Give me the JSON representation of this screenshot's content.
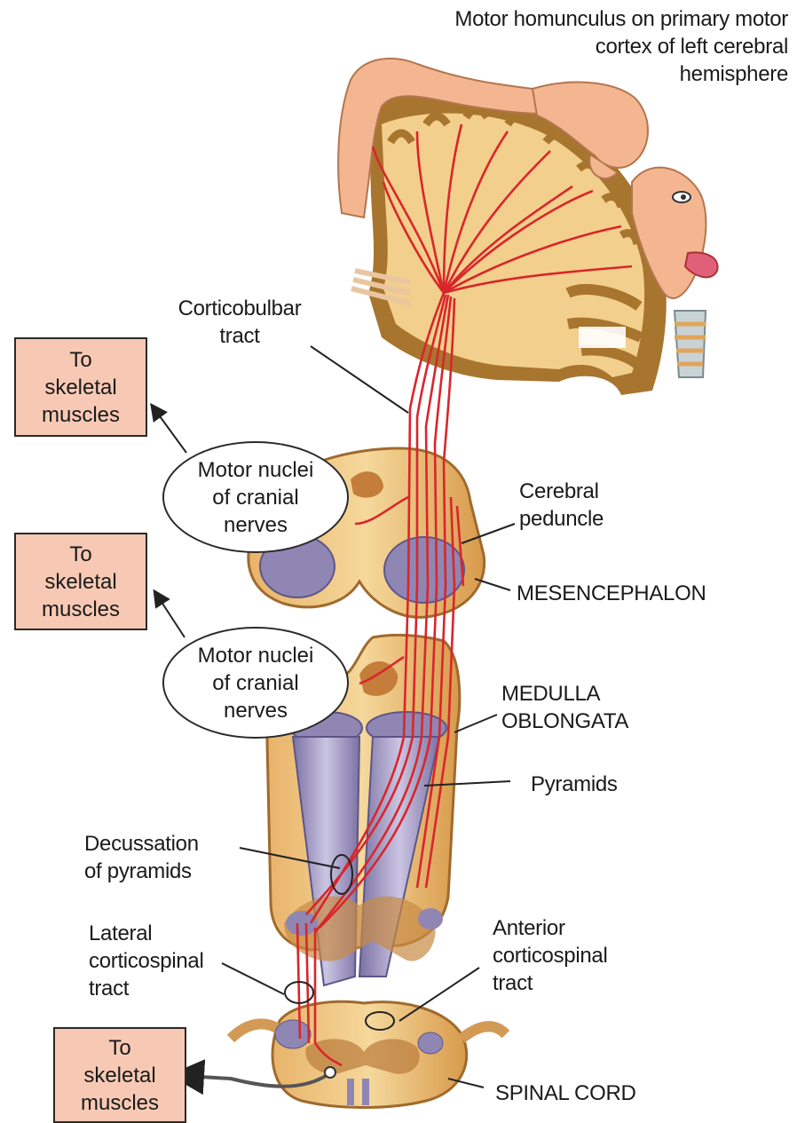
{
  "labels": {
    "title": "Motor homunculus on primary motor\ncortex of left cerebral\nhemisphere",
    "corticobulbar": "Corticobulbar\ntract",
    "cerebral_peduncle": "Cerebral\npeduncle",
    "mesencephalon": "MESENCEPHALON",
    "medulla": "MEDULLA\nOBLONGATA",
    "pyramids": "Pyramids",
    "decussation": "Decussation\nof pyramids",
    "lateral_cst": "Lateral\ncorticospinal\ntract",
    "anterior_cst": "Anterior\ncorticospinal\ntract",
    "spinal_cord": "SPINAL CORD"
  },
  "boxes": {
    "top": "To\nskeletal\nmuscles",
    "middle": "To\nskeletal\nmuscles",
    "bottom": "To\nskeletal\nmuscles"
  },
  "ovals": {
    "upper": "Motor nuclei\nof cranial\nnerves",
    "lower": "Motor nuclei\nof cranial\nnerves"
  },
  "colors": {
    "tract": "#d9262b",
    "tissue": "#f2cf8c",
    "cortex": "#a8752f",
    "pyramid": "#8f86b4",
    "box_fill": "#f7c9b4",
    "skin": "#f4b690"
  }
}
